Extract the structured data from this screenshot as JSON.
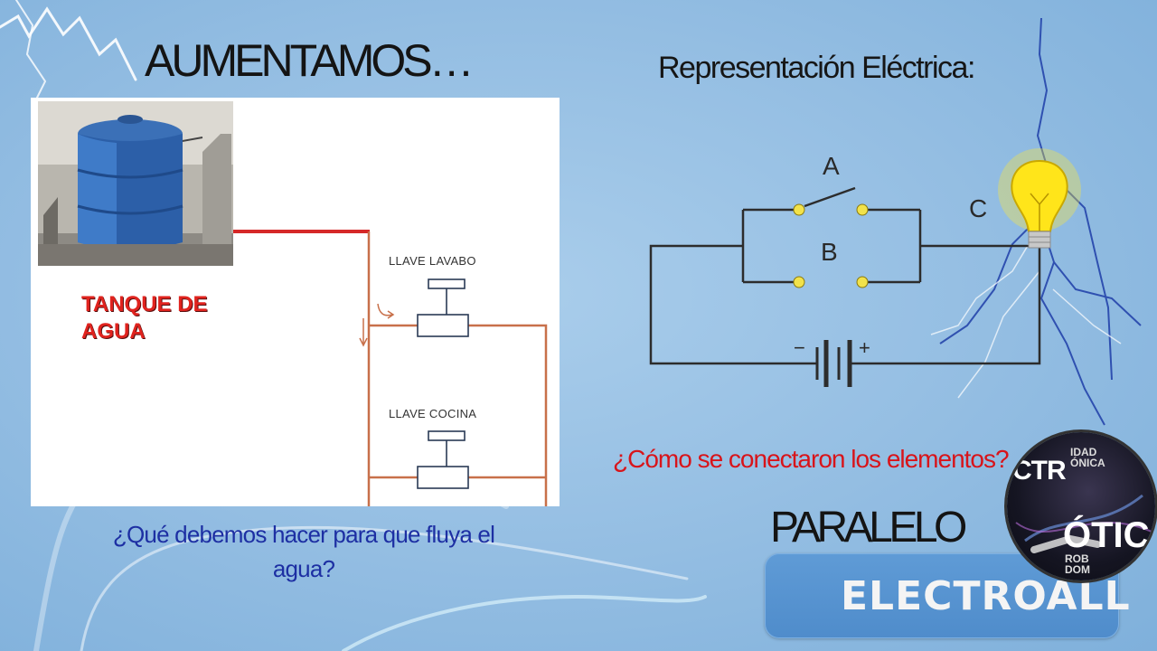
{
  "slide": {
    "title": "AUMENTAMOS…",
    "subtitle": "Representación Eléctrica:",
    "question_water": "¿Qué debemos hacer para que fluya el agua?",
    "question_circuit": "¿Cómo se conectaron los elementos?",
    "answer": "PARALELO",
    "brand": "ELECTROALL"
  },
  "water_diagram": {
    "tank_label": "TANQUE DE AGUA",
    "tap_top_label": "LLAVE LAVABO",
    "tap_bottom_label": "LLAVE COCINA"
  },
  "circuit": {
    "switch_a_label": "A",
    "switch_b_label": "B",
    "bulb_label": "C",
    "battery_minus": "−",
    "battery_plus": "+"
  },
  "logo": {
    "text_main": "CTR",
    "text_side": "ÓTIC",
    "small_top": "IDAD\nÓNICA",
    "small_bottom": "ROB\nDOM"
  },
  "colors": {
    "accent_red": "#d8141a",
    "question_blue": "#1d2fa3",
    "pipe_red": "#d62828",
    "pipe_brown": "#c8704a",
    "brand_blue": "#5f9bd6"
  }
}
